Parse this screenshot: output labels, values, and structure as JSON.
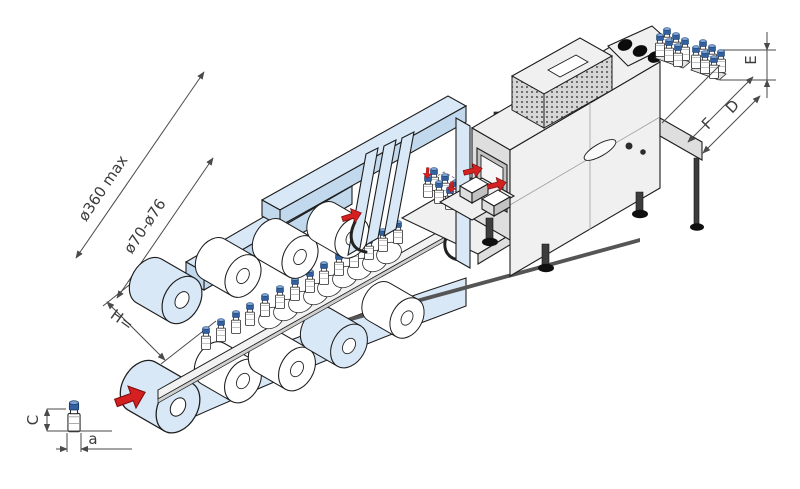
{
  "diagram_title": "Shrink-wrapping line with film reels, vial conveyor and shrink tunnel",
  "labels": {
    "reel_outer": "ø360 max",
    "reel_core": "ø70-ø76",
    "reel_width": "H=",
    "product_height": "C",
    "product_diameter": "a",
    "pack_height": "E",
    "pack_depth": "D",
    "pack_length": "F"
  },
  "icons": {
    "flow_arrow": "red-flow-arrow",
    "film_reel": "film-reel",
    "vial": "vial-with-cap",
    "wrapped_pack": "wrapped-vial-pack"
  },
  "colors": {
    "film-blue": "#d9e8f6",
    "film-blue-dark": "#c2d8ec",
    "arrow-red": "#d42020",
    "cap-blue": "#33619f",
    "metal-light": "#f0f0f0",
    "metal-mid": "#dedede",
    "metal-dark": "#c2c2c2",
    "ink": "#1d1d1d",
    "dim": "#4a4a4a"
  }
}
